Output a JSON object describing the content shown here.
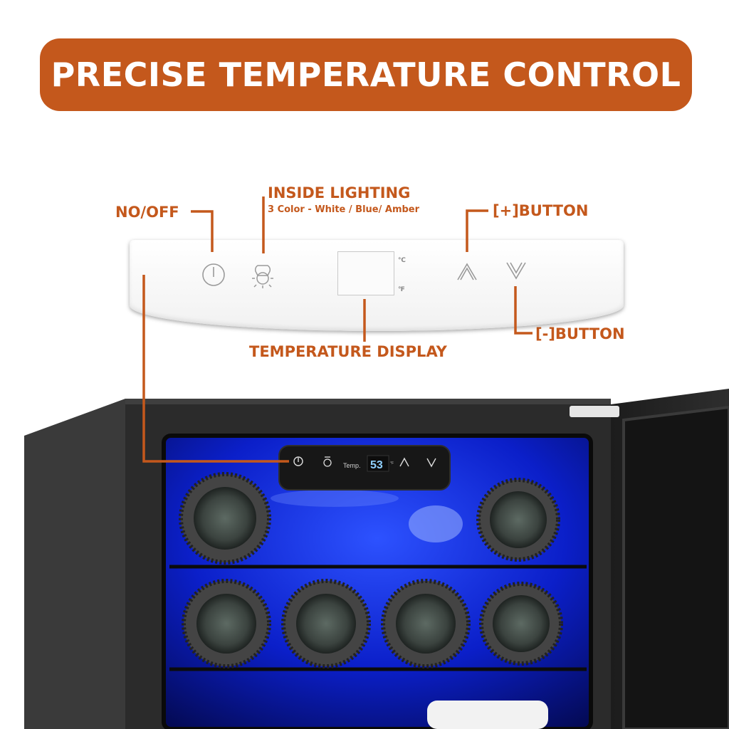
{
  "banner": {
    "title": "PRECISE TEMPERATURE CONTROL"
  },
  "callouts": {
    "power": "NO/OFF",
    "lighting": "INSIDE LIGHTING",
    "lighting_sub": "3 Color - White / Blue/ Amber",
    "plus": "[+]BUTTON",
    "minus": "[-]BUTTON",
    "display": "TEMPERATURE DISPLAY"
  },
  "panel": {
    "unit_c": "℃",
    "unit_f": "℉"
  },
  "fridge": {
    "temp_label": "Temp.",
    "temp_value": "53",
    "temp_unit": "°F"
  },
  "icons": [
    "power-icon",
    "light-bulb-icon",
    "up-arrow-icon",
    "down-arrow-icon"
  ],
  "colors": {
    "accent": "#c4581c",
    "interior_light": "#1f3cff",
    "cabinet": "#2a2a2a"
  }
}
